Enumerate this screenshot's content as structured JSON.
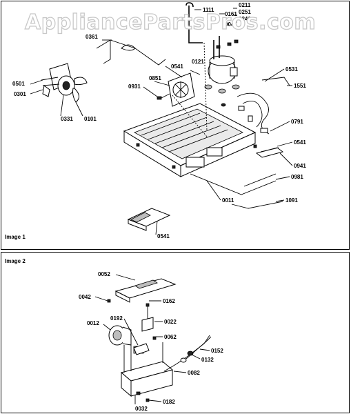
{
  "watermark": "AppliancePartsPros.com",
  "image1": {
    "title": "Image 1",
    "labels": [
      "1111",
      "0161",
      "0211",
      "0251",
      "0241",
      "0041",
      "0361",
      "0541",
      "0121",
      "0851",
      "0931",
      "0501",
      "0301",
      "0331",
      "0101",
      "0531",
      "1551",
      "0791",
      "0541",
      "0941",
      "0981",
      "0011",
      "1091",
      "0541"
    ]
  },
  "image2": {
    "title": "Image 2",
    "labels": [
      "0052",
      "0042",
      "0162",
      "0012",
      "0192",
      "0022",
      "0062",
      "0152",
      "0132",
      "0082",
      "0182",
      "0032"
    ]
  }
}
